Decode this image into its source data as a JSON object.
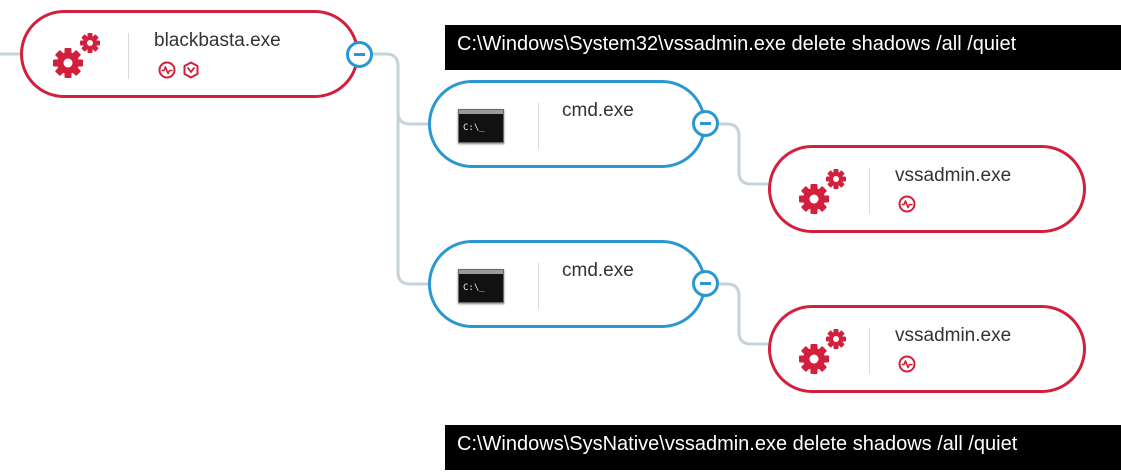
{
  "colors": {
    "process_border": "#d21f3c",
    "cmd_border": "#2a98cf",
    "edge": "#c5d3db",
    "tooltip_bg": "#000000"
  },
  "tooltips": {
    "top": "C:\\Windows\\System32\\vssadmin.exe delete shadows /all /quiet",
    "bottom": "C:\\Windows\\SysNative\\vssadmin.exe delete shadows /all /quiet"
  },
  "nodes": {
    "root": {
      "label": "blackbasta.exe",
      "icon": "gears-icon",
      "badges": [
        "activity-icon",
        "hexagon-alert-icon"
      ]
    },
    "cmd_1": {
      "label": "cmd.exe",
      "icon": "console-icon",
      "icon_text": "C:\\_"
    },
    "cmd_2": {
      "label": "cmd.exe",
      "icon": "console-icon",
      "icon_text": "C:\\_"
    },
    "vss_1": {
      "label": "vssadmin.exe",
      "icon": "gears-icon",
      "badges": [
        "activity-icon"
      ]
    },
    "vss_2": {
      "label": "vssadmin.exe",
      "icon": "gears-icon",
      "badges": [
        "activity-icon"
      ]
    }
  }
}
